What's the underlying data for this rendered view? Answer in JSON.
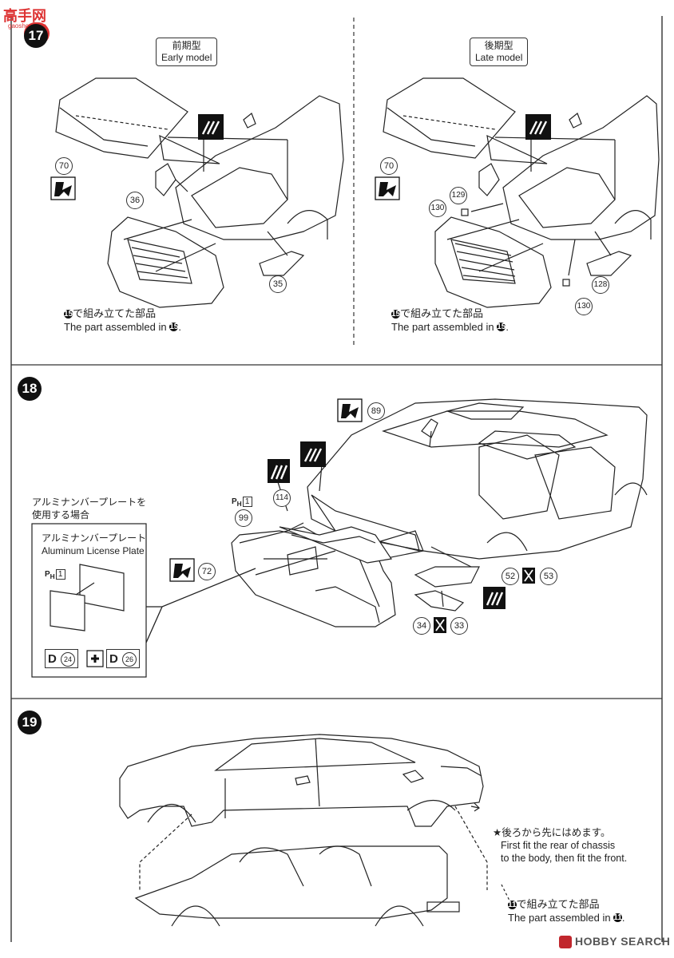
{
  "header": {
    "site_logo": "高手网",
    "site_url": "gaoshou.com"
  },
  "step17": {
    "number": "17",
    "early": {
      "label_jp": "前期型",
      "label_en": "Early model",
      "parts": [
        "70",
        "36",
        "35"
      ],
      "caption_jp": "で組み立てた部品",
      "caption_en": "The part assembled in",
      "ref_step": "15"
    },
    "late": {
      "label_jp": "後期型",
      "label_en": "Late model",
      "parts": [
        "70",
        "129",
        "130",
        "128",
        "130"
      ],
      "caption_jp": "で組み立てた部品",
      "caption_en": "The part assembled in",
      "ref_step": "15"
    }
  },
  "step18": {
    "number": "18",
    "parts": [
      "89",
      "114",
      "99",
      "72",
      "52",
      "53",
      "34",
      "33"
    ],
    "ph_label": "P",
    "ph_sub": "H",
    "ph_num": "1",
    "aluminum_note_jp": [
      "アルミナンバープレートを",
      "使用する場合"
    ],
    "aluminum_box": {
      "title_jp": "アルミナンバープレート",
      "title_en": "Aluminum License Plate",
      "ph_num": "1",
      "paint1_letter": "D",
      "paint1_num": "24",
      "paint2_letter": "D",
      "paint2_num": "26"
    }
  },
  "step19": {
    "number": "19",
    "note_jp": "★後ろから先にはめます。",
    "note_en": [
      "First fit the rear of chassis",
      "to the body, then fit the front."
    ],
    "caption_jp": "で組み立てた部品",
    "caption_en": "The part assembled in",
    "ref_step": "11"
  },
  "footer": {
    "watermark": "HOBBY SEARCH"
  }
}
